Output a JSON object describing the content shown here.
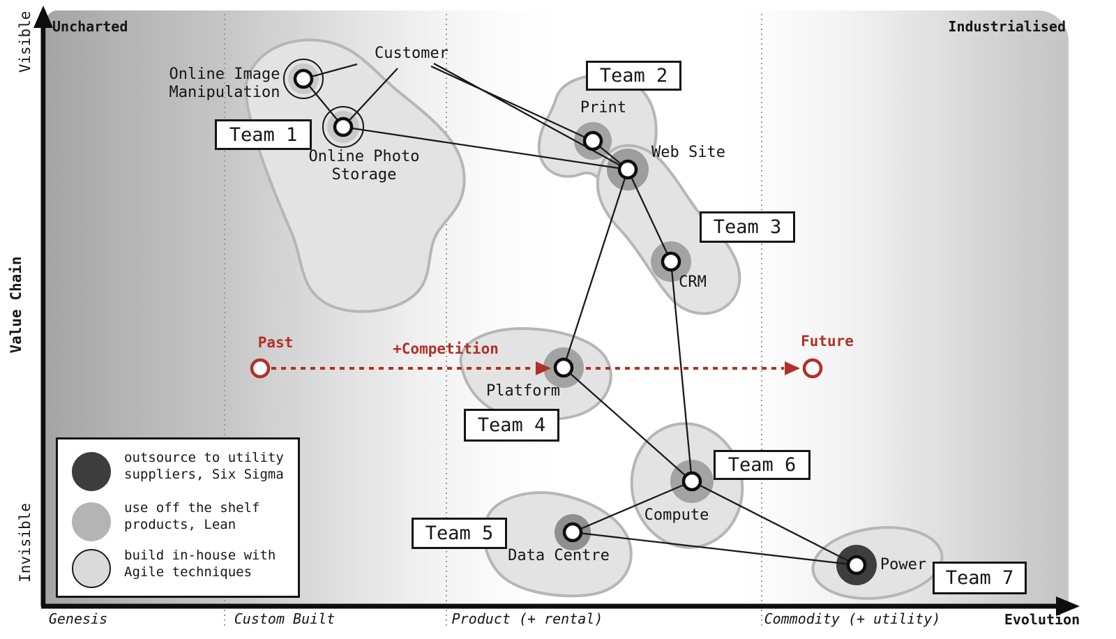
{
  "axes": {
    "y_title": "Value Chain",
    "y_top": "Visible",
    "y_bottom": "Invisible",
    "x_title": "Evolution",
    "corner_left": "Uncharted",
    "corner_right": "Industrialised",
    "stages": [
      "Genesis",
      "Custom Built",
      "Product (+ rental)",
      "Commodity (+ utility)"
    ]
  },
  "nodes": {
    "customer": "Customer",
    "online_image_manipulation": "Online Image\nManipulation",
    "online_photo_storage": "Online Photo\nStorage",
    "print": "Print",
    "web_site": "Web Site",
    "crm": "CRM",
    "platform": "Platform",
    "compute": "Compute",
    "data_centre": "Data Centre",
    "power": "Power"
  },
  "teams": [
    "Team 1",
    "Team 2",
    "Team 3",
    "Team 4",
    "Team 5",
    "Team 6",
    "Team 7"
  ],
  "movement": {
    "past": "Past",
    "competition": "+Competition",
    "future": "Future"
  },
  "legend": [
    {
      "label": "outsource to utility\nsuppliers, Six Sigma",
      "color": "#3d3d3d"
    },
    {
      "label": "use off the shelf\nproducts, Lean",
      "color": "#b4b4b4"
    },
    {
      "label": "build in-house with\nAgile techniques",
      "color": "#dadada"
    }
  ],
  "colors": {
    "movement_red": "#b13126",
    "blob_fill": "#e3e3e3",
    "blob_stroke": "#b6b6b6",
    "halo_medium": "#a3a3a3",
    "halo_dark": "#3e3e3e",
    "halo_light": "#c9c9c9"
  }
}
